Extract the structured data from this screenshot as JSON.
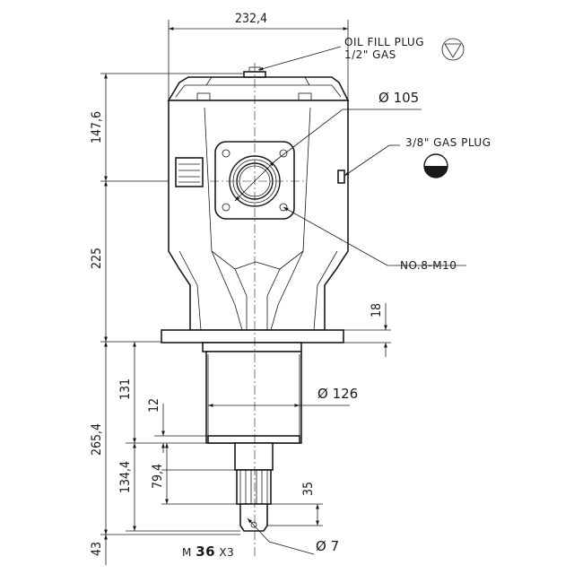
{
  "dimensions": {
    "overall_width": "232,4",
    "top_section_height": "147,6",
    "mid_section_height": "225",
    "flange_thickness": "18",
    "lower_housing_height": "131",
    "shaft_total_height": "265,4",
    "collar_height": "12",
    "shaft_length": "134,4",
    "spline_length": "79,4",
    "spline_end_height": "35",
    "shaft_tip_height": "43"
  },
  "diameters": {
    "bearing_bore": "Ø 105",
    "lower_housing": "Ø 126",
    "shaft_hole": "Ø 7"
  },
  "callouts": {
    "oil_fill_plug_line1": "OIL FILL PLUG",
    "oil_fill_plug_line2": "1/2\" GAS",
    "gas_plug": "3/8\" GAS PLUG",
    "bolts": "NO.8-M10",
    "thread_prefix": "M",
    "thread_size": "36",
    "thread_suffix": "X3"
  },
  "icons": {
    "oil_fill_symbol": "triangle-in-circle-icon",
    "level_plug_symbol": "half-filled-circle-icon"
  }
}
